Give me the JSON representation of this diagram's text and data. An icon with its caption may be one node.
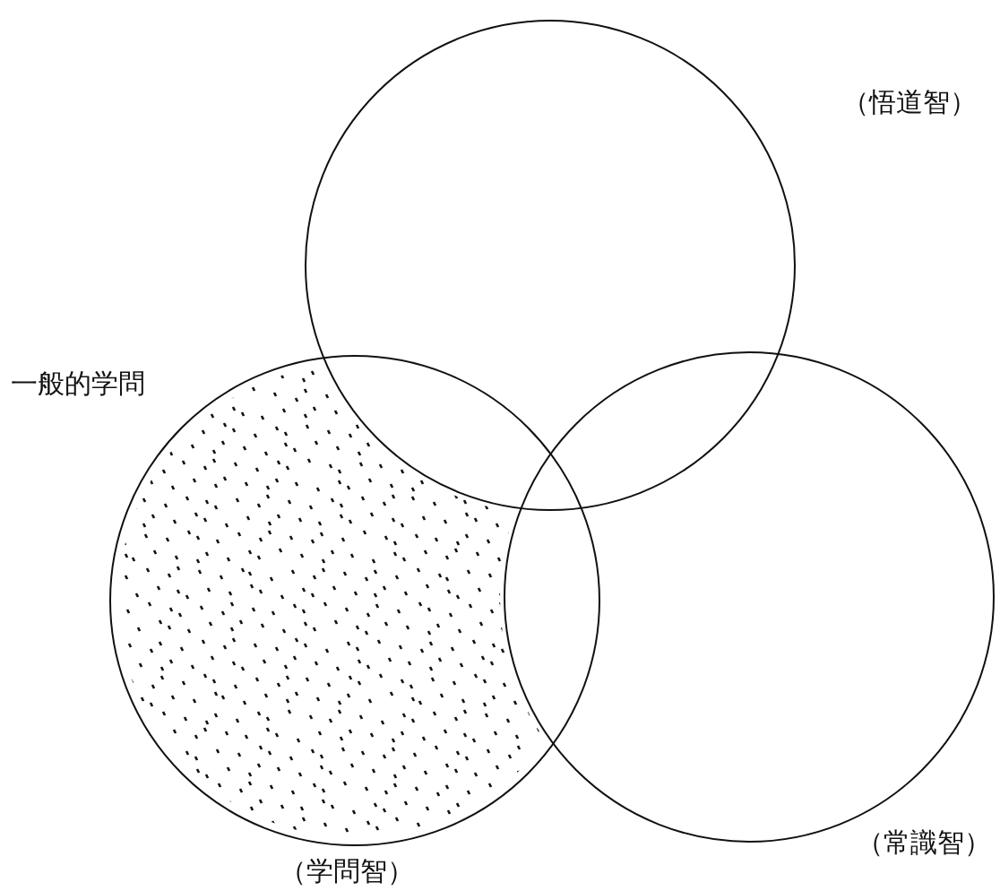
{
  "diagram": {
    "nodes": [
      {
        "text": [
          "（悟道智）"
        ]
      },
      {
        "text": [
          "（学問智）"
        ]
      },
      {
        "text": [
          "（常識智）"
        ]
      }
    ],
    "labels": [
      "一般的学問"
    ]
  }
}
